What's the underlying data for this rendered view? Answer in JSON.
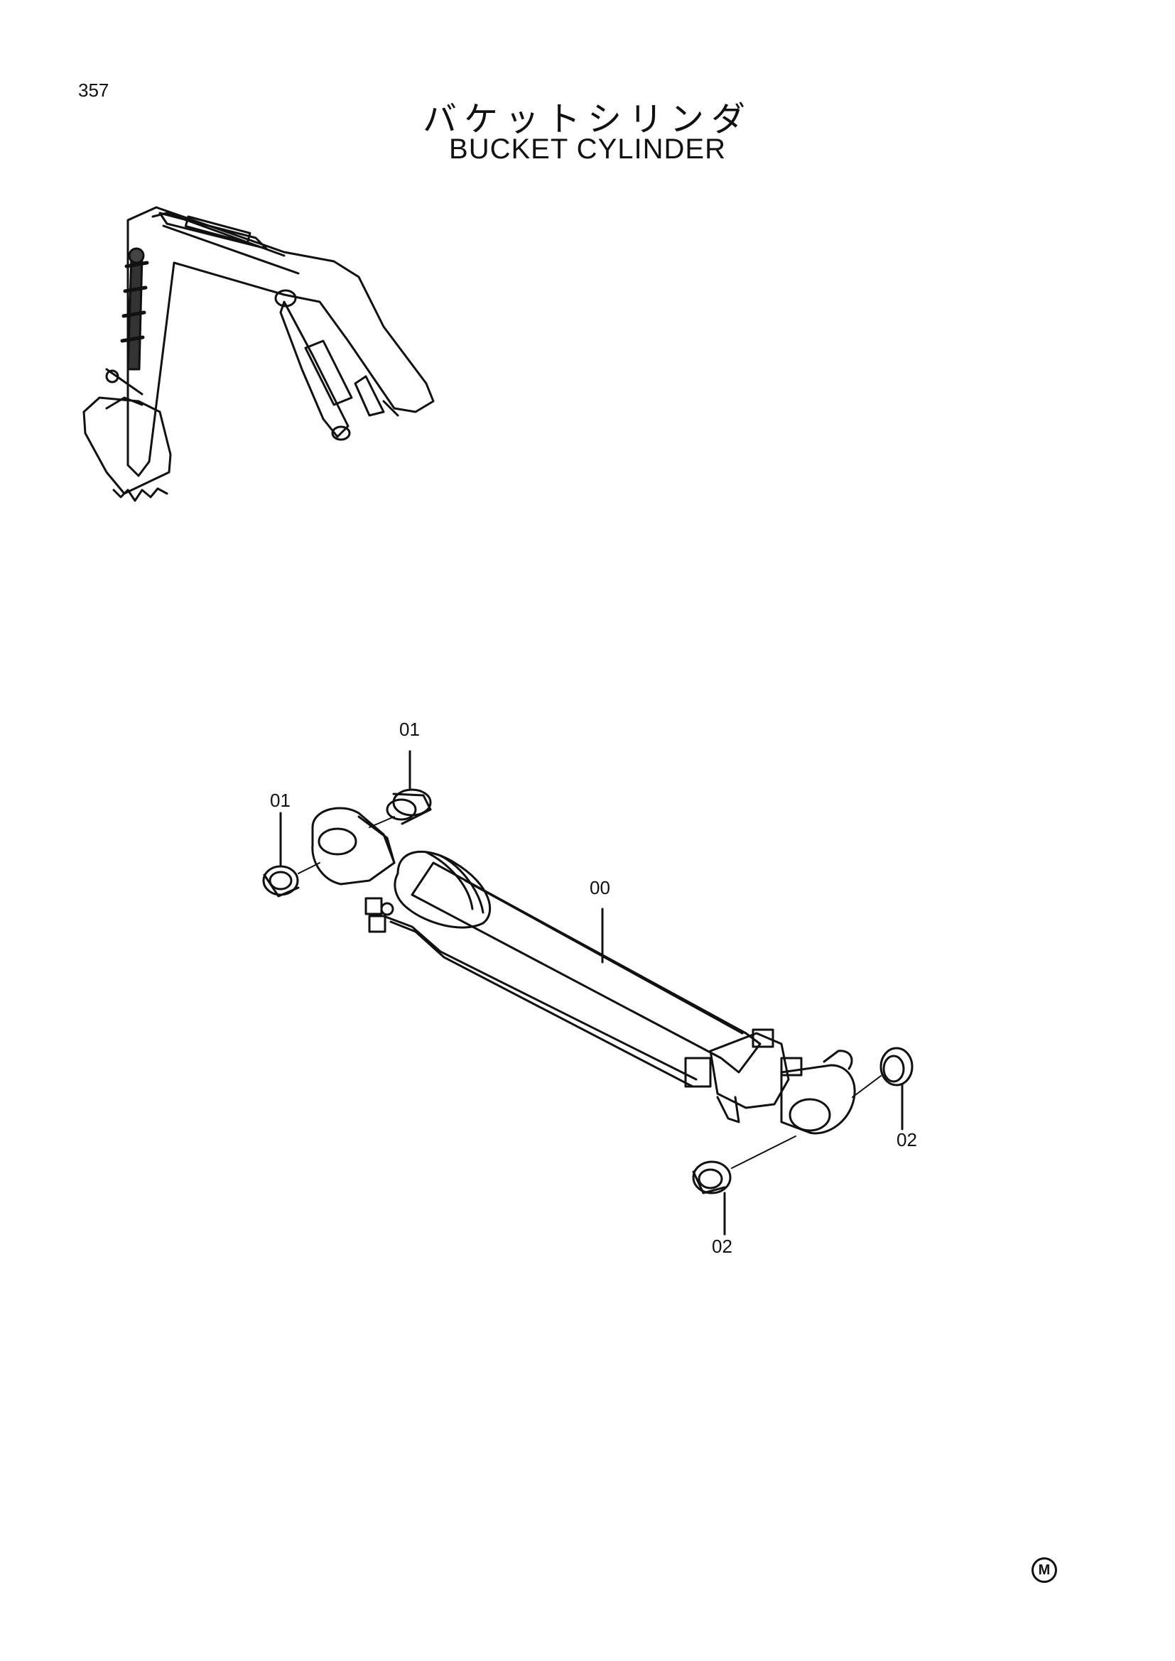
{
  "page": {
    "number": "357"
  },
  "title": {
    "japanese": "バケットシリンダ",
    "english": "BUCKET CYLINDER"
  },
  "callouts": {
    "c01_top": "01",
    "c01_left": "01",
    "c00": "00",
    "c02_right": "02",
    "c02_bottom": "02"
  },
  "footer": {
    "mark": "M"
  }
}
